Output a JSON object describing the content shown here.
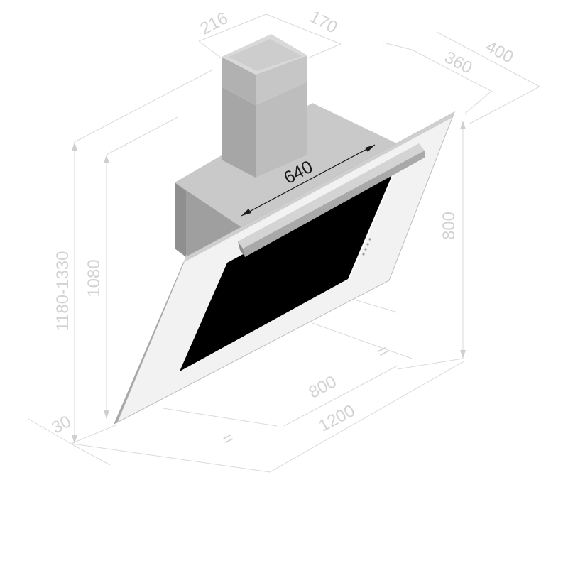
{
  "dimensions": {
    "chimney_width": "216",
    "chimney_depth": "170",
    "depth_inner": "360",
    "depth_outer": "400",
    "body_width": "640",
    "glass_height": "800",
    "height_range": "1180-1330",
    "height_fixed": "1080",
    "glass_thickness": "30",
    "bottom_width_inner": "800",
    "bottom_width_outer": "1200",
    "equal_mark_left": "=",
    "equal_mark_right": "="
  }
}
